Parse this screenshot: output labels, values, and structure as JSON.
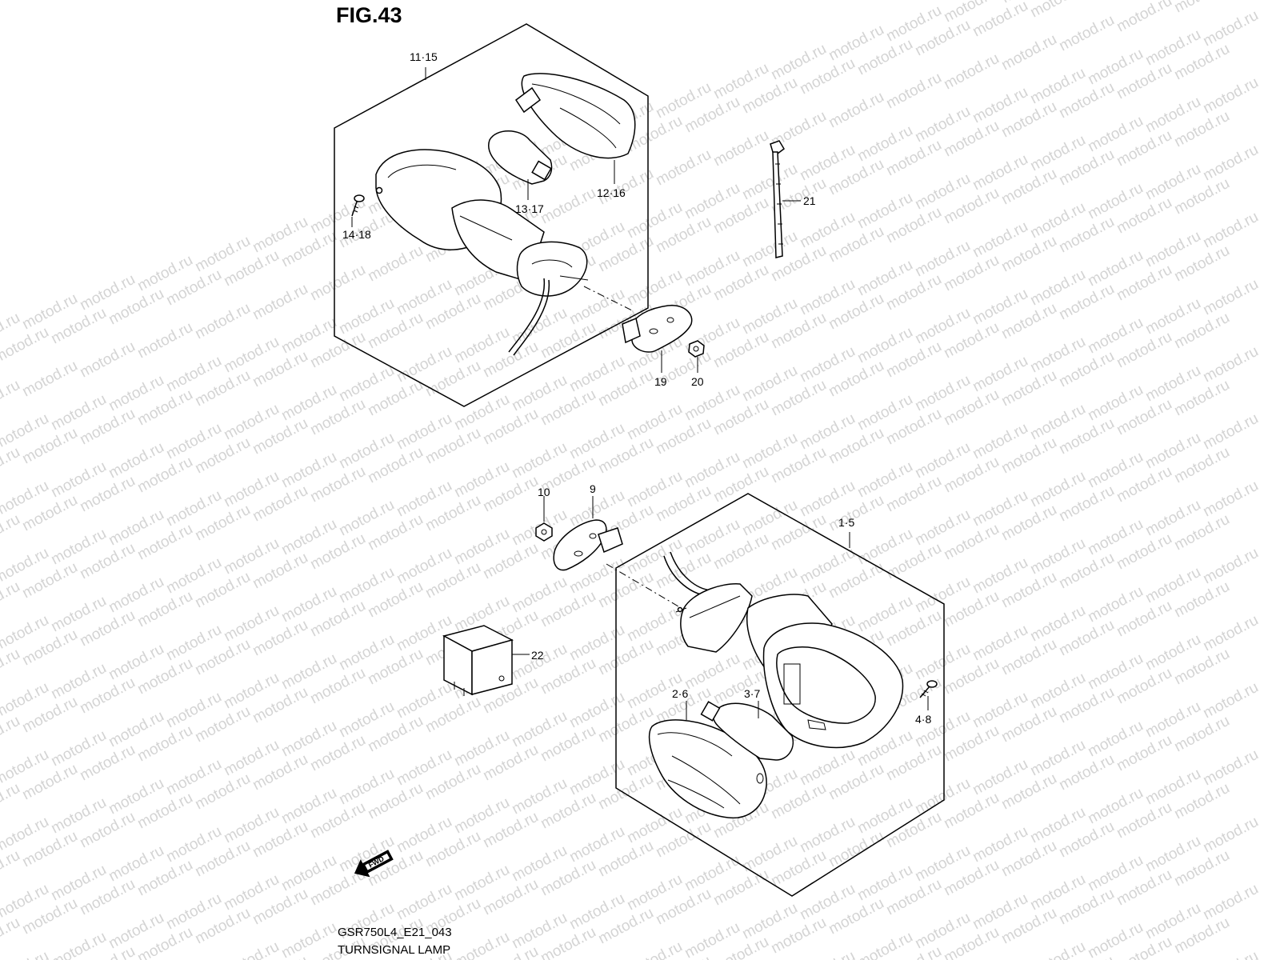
{
  "figure": {
    "title": "FIG.43",
    "code": "GSR750L4_E21_043",
    "name": "TURNSIGNAL LAMP",
    "fwd_label": "FWD"
  },
  "watermark": {
    "text": "motod.ru"
  },
  "labels": {
    "rear_assembly": "11·15",
    "rear_lens": "12·16",
    "rear_bulb": "13·17",
    "rear_screw": "14·18",
    "rear_plate": "19",
    "rear_nut": "20",
    "cable_tie": "21",
    "front_assembly": "1·5",
    "front_lens": "2·6",
    "front_bulb": "3·7",
    "front_screw": "4·8",
    "front_plate": "9",
    "front_nut": "10",
    "relay": "22"
  },
  "colors": {
    "line": "#000000",
    "watermark": "#d4d4d4",
    "background": "#ffffff"
  }
}
